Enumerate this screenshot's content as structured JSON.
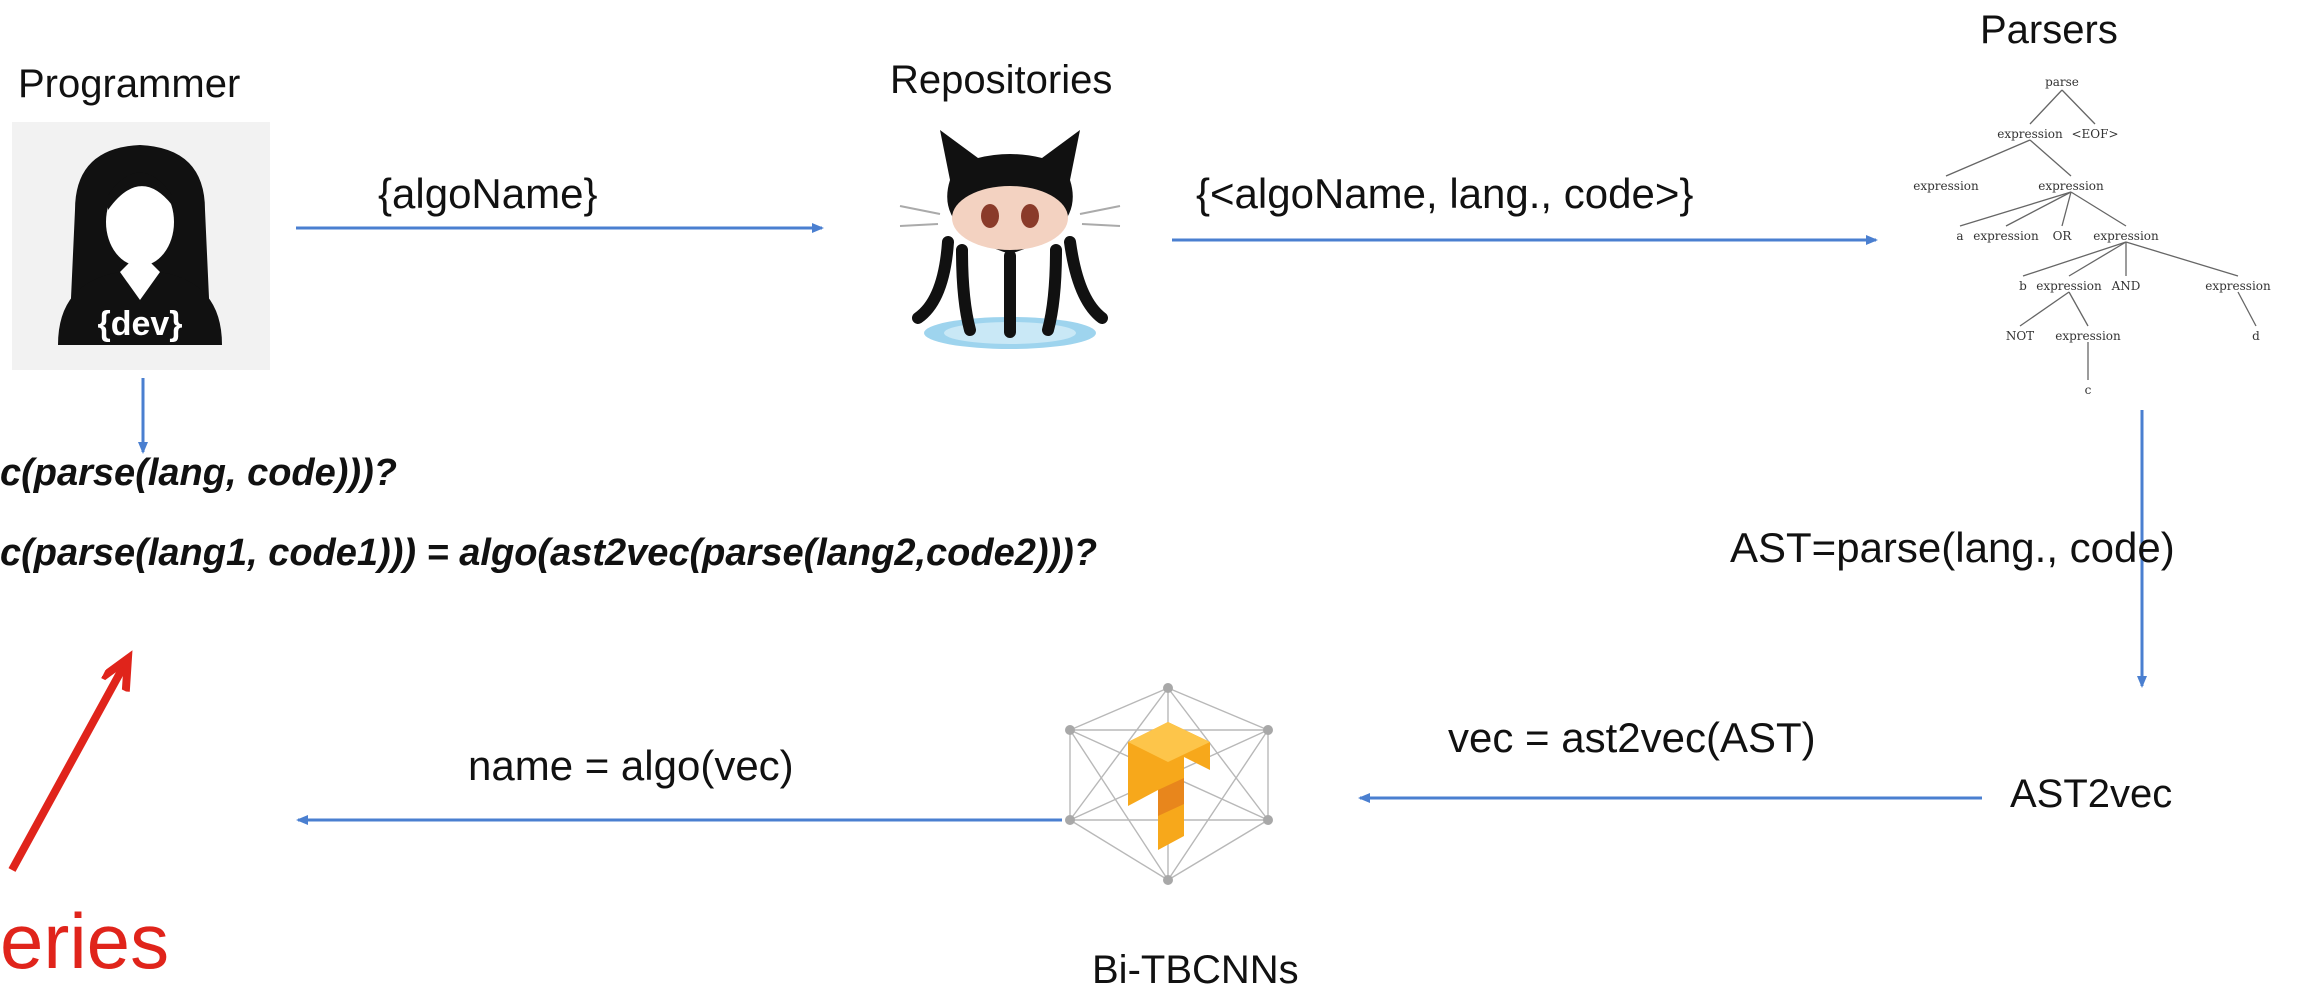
{
  "nodes": {
    "programmer": {
      "title": "Programmer",
      "badge": "{dev}",
      "icon": "developer-icon"
    },
    "repositories": {
      "title": "Repositories",
      "icon": "github-octocat-icon"
    },
    "parsers": {
      "title": "Parsers",
      "icon": "parse-tree-icon",
      "tree_labels": [
        "parse",
        "expression",
        "<EOF>",
        "expression",
        "expression",
        "a",
        "expression",
        "OR",
        "expression",
        "b",
        "expression",
        "AND",
        "expression",
        "NOT",
        "expression",
        "d",
        "c"
      ]
    },
    "ast2vec": {
      "title": "AST2vec"
    },
    "bitbcnns": {
      "title": "Bi-TBCNNs",
      "icon": "tensorflow-network-icon"
    }
  },
  "edges": {
    "programmer_to_repos": "{algoName}",
    "repos_to_parsers": "{<algoName, lang., code>}",
    "parsers_to_ast2vec": "AST=parse(lang., code)",
    "ast2vec_to_bitbcnns": "vec = ast2vec(AST)",
    "bitbcnns_to_programmer": "name = algo(vec)"
  },
  "queries": {
    "line1": "c(parse(lang, code)))?",
    "line2": "c(parse(lang1, code1))) = algo(ast2vec(parse(lang2,code2)))?"
  },
  "annotation": {
    "text": "eries",
    "color": "#e0241b"
  },
  "colors": {
    "arrow": "#4a7fd0",
    "accent_red": "#e0241b"
  }
}
